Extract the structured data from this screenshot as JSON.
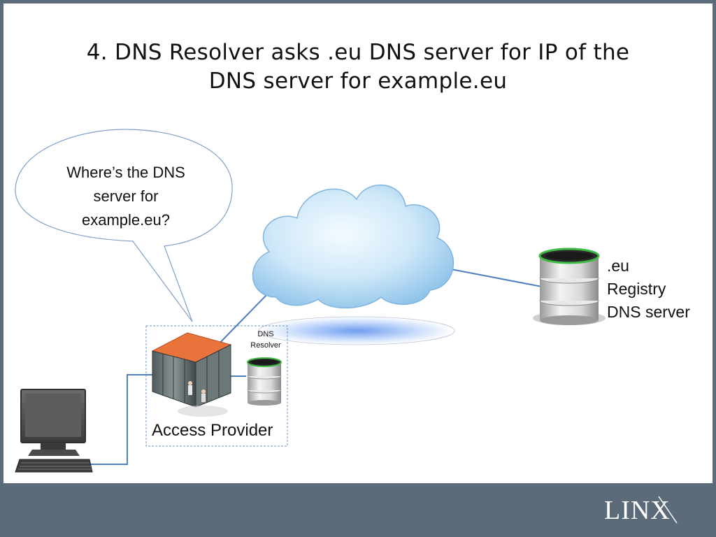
{
  "title": {
    "line1": "4. DNS Resolver asks .eu DNS server for IP of the",
    "line2": "DNS server for example.eu"
  },
  "bubble": {
    "line1": "Where’s the DNS",
    "line2": "server for",
    "line3": "example.eu?"
  },
  "registry": {
    "line1": ".eu",
    "line2": "Registry",
    "line3": "DNS server"
  },
  "resolver": {
    "line1": "DNS",
    "line2": "Resolver"
  },
  "access_provider": "Access Provider",
  "logo_text": "LINX",
  "colors": {
    "footer": "#5c6b7a",
    "connector": "#4f7fbf",
    "cloud": "#bfe0f7",
    "roof": "#e8743b"
  },
  "icons": [
    "speech-bubble",
    "cloud-icon",
    "server-icon",
    "datacenter-icon",
    "computer-icon"
  ]
}
